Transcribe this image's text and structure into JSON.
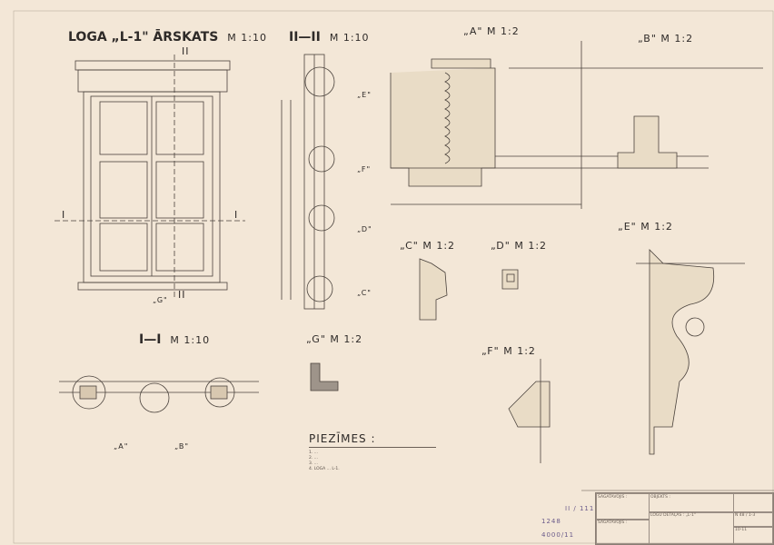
{
  "elevation": {
    "title": "LOGA „L-1\" ĀRSKATS",
    "scale": "M 1:10",
    "section_marks": [
      "II",
      "II",
      "I",
      "I"
    ],
    "detail_callout": "„G\""
  },
  "section_II": {
    "title": "II—II",
    "scale": "M 1:10",
    "callouts": [
      "„E\"",
      "„F\"",
      "„D\"",
      "„C\""
    ]
  },
  "section_I": {
    "title": "I—I",
    "scale": "M 1:10",
    "callouts": [
      "„A\"",
      "„B\""
    ]
  },
  "details": [
    {
      "title": "„A\"",
      "scale": "M 1:2"
    },
    {
      "title": "„B\"",
      "scale": "M 1:2"
    },
    {
      "title": "„C\"",
      "scale": "M 1:2"
    },
    {
      "title": "„D\"",
      "scale": "M 1:2"
    },
    {
      "title": "„E\"",
      "scale": "M 1:2"
    },
    {
      "title": "„F\"",
      "scale": "M 1:2"
    },
    {
      "title": "„G\"",
      "scale": "M 1:2"
    }
  ],
  "notes": {
    "title": "PIEZĪMES :",
    "lines": [
      "1. ...",
      "2. ...",
      "3. ...",
      "4. LOGA ... L-1."
    ]
  },
  "title_block": {
    "prepared": "SAGATAVOJIS :",
    "object": "OBJEKTS :",
    "drawing": "LOGU DETAĻAS :",
    "checked": "SAGATAVOJIS :",
    "sheet": "„L-1\"",
    "code": "N 48 / 1-3",
    "sheet_no": "10-11"
  },
  "handwritten": {
    "a": "1248",
    "b": "4000/11",
    "c": "II / 111"
  }
}
